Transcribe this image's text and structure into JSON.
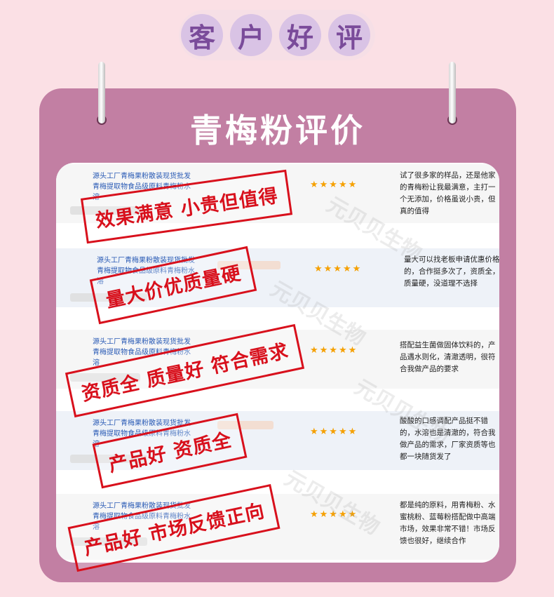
{
  "header": {
    "title_chars": [
      "客",
      "户",
      "好",
      "评"
    ]
  },
  "board": {
    "title": "青梅粉评价"
  },
  "watermark": "元贝贝生物",
  "reviews": [
    {
      "product_line1": "源头工厂青梅果粉散装现货批发",
      "product_line2": "青梅提取物食品级原料青梅粉水",
      "product_line3": "溶",
      "stars": "★★★★★",
      "comment": "试了很多家的样品，还是他家的青梅粉让我最满意，主打一个无添加，价格虽说小贵，但真的值得",
      "stamp": "效果满意 小贵但值得"
    },
    {
      "product_line1": "源头工厂青梅果粉散装现货批发",
      "product_line2": "青梅提取物食品级原料青梅粉水",
      "product_line3": "溶",
      "stars": "★★★★★",
      "comment": "量大可以找老板申请优惠价格的，合作挺多次了，资质全，质量硬，没道理不选择",
      "stamp": "量大价优质量硬"
    },
    {
      "product_line1": "源头工厂青梅果粉散装现货批发",
      "product_line2": "青梅提取物食品级原料青梅粉水",
      "product_line3": "溶",
      "stars": "★★★★★",
      "comment": "搭配益生菌做固体饮料的，产品遇水则化，清澈透明，很符合我做产品的要求",
      "stamp": "资质全 质量好 符合需求"
    },
    {
      "product_line1": "源头工厂青梅果粉散装现货批发",
      "product_line2": "青梅提取物食品级原料青梅粉水",
      "product_line3": "溶",
      "stars": "★★★★★",
      "comment": "酸酸的口感调配产品挺不错的，水溶也是清澈的，符合我做产品的需求，厂家资质等也都一块随货发了",
      "stamp": "产品好 资质全"
    },
    {
      "product_line1": "源头工厂青梅果粉散装现货批发",
      "product_line2": "青梅提取物食品级原料青梅粉水",
      "product_line3": "溶",
      "stars": "★★★★★",
      "comment": "都是纯的原料，用青梅粉、水蜜桃粉、蓝莓粉搭配做中高端市场，效果非常不错！市场反馈也很好，继续合作",
      "stamp": "产品好 市场反馈正向"
    }
  ]
}
